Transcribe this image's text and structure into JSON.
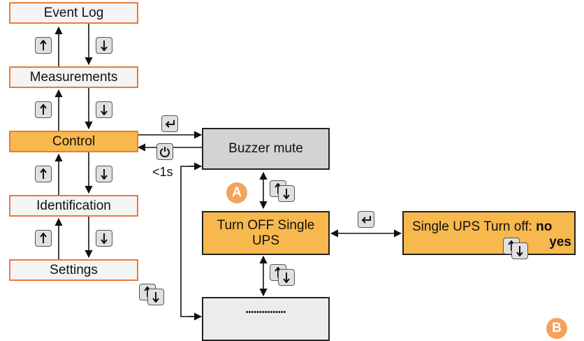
{
  "menu": {
    "items": [
      {
        "label": "Event Log"
      },
      {
        "label": "Measurements"
      },
      {
        "label": "Control"
      },
      {
        "label": "Identification"
      },
      {
        "label": "Settings"
      }
    ],
    "active": "Control"
  },
  "screens": {
    "buzzer": "Buzzer mute",
    "turn_off_line1": "Turn OFF Single",
    "turn_off_line2": "UPS",
    "confirm_prefix": "Single UPS Turn off:",
    "confirm_no": "no",
    "confirm_yes": "yes",
    "dots": "•••••••••••••••"
  },
  "timing_label": "<1s",
  "badges": {
    "a": "A",
    "b": "B"
  },
  "icons": [
    "arrow-up-key-icon",
    "arrow-down-key-icon",
    "enter-key-icon",
    "power-key-icon"
  ],
  "colors": {
    "menu_border": "#ea7a3c",
    "highlight": "#f7b84e",
    "badge": "#f3a35d",
    "screen_gray": "#d3d3d3"
  }
}
